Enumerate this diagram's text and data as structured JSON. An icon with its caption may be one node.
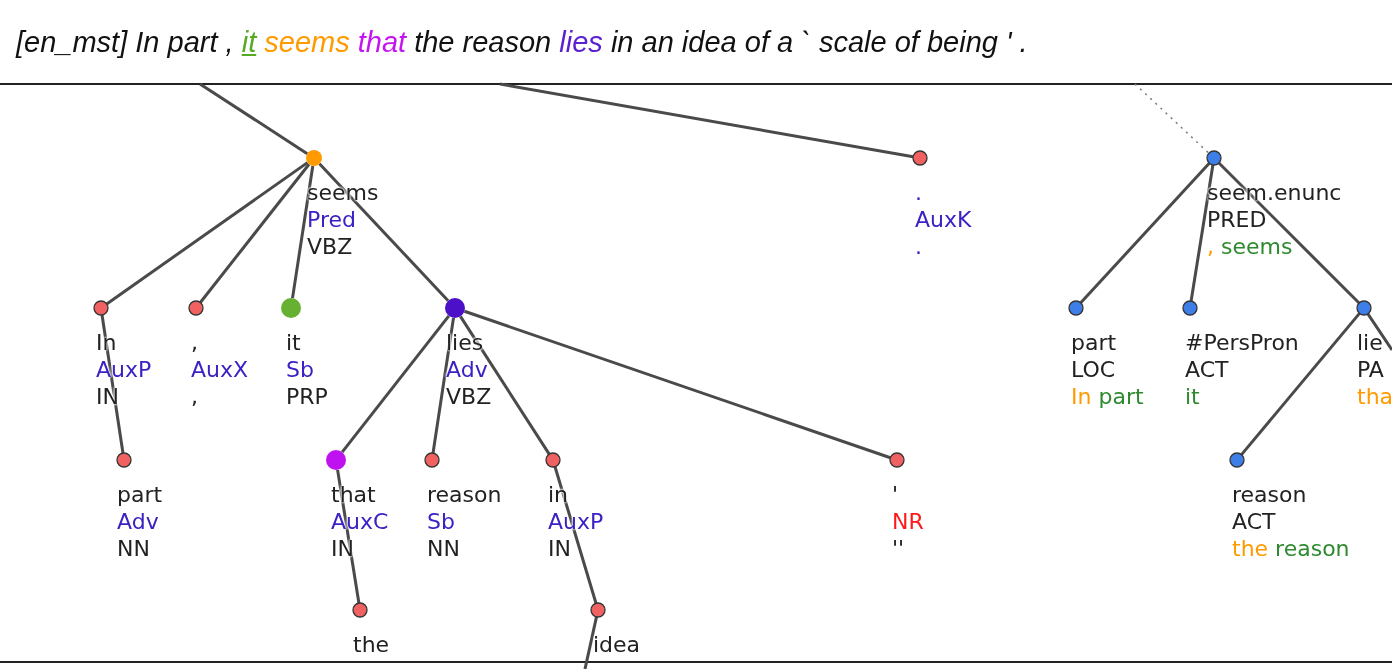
{
  "diagram": {
    "title": "[en_mst] In part , it seems that the reason lies in an idea of a ` scale of being ' .",
    "nodes": [
      {
        "text": [
          "seems",
          "Pred",
          "VBZ"
        ]
      },
      {
        "text": [
          ".",
          "AuxK",
          "."
        ]
      },
      {
        "text": [
          "seem.enunc",
          "PRED",
          ", seems"
        ]
      },
      {
        "text": [
          "In",
          "AuxP",
          "IN"
        ]
      },
      {
        "text": [
          ",",
          "AuxX",
          ","
        ]
      },
      {
        "text": [
          "it",
          "Sb",
          "PRP"
        ]
      },
      {
        "text": [
          "lies",
          "Adv",
          "VBZ"
        ]
      },
      {
        "text": [
          "part",
          "LOC",
          "In part"
        ]
      },
      {
        "text": [
          "#PersPron",
          "ACT",
          "it"
        ]
      },
      {
        "text": [
          "lie",
          "PA",
          "tha"
        ]
      },
      {
        "text": [
          "part",
          "Adv",
          "NN"
        ]
      },
      {
        "text": [
          "that",
          "AuxC",
          "IN"
        ]
      },
      {
        "text": [
          "reason",
          "Sb",
          "NN"
        ]
      },
      {
        "text": [
          "in",
          "AuxP",
          "IN"
        ]
      },
      {
        "text": [
          "'",
          "NR",
          "''"
        ]
      },
      {
        "text": [
          "reason",
          "ACT",
          "the reason"
        ]
      },
      {
        "text": [
          "the"
        ]
      },
      {
        "text": [
          "idea"
        ]
      }
    ],
    "edges": [
      {
        "from": null,
        "to": 0,
        "arrow": "none"
      },
      {
        "from": null,
        "to": 1,
        "arrow": "none"
      },
      {
        "from": null,
        "to": 2,
        "arrow": "none",
        "style": "dashed"
      },
      {
        "from": 0,
        "to": 3,
        "arrow": "none"
      },
      {
        "from": 0,
        "to": 4,
        "arrow": "none"
      },
      {
        "from": 0,
        "to": 5,
        "arrow": "none"
      },
      {
        "from": 0,
        "to": 6,
        "arrow": "none"
      },
      {
        "from": 2,
        "to": 7,
        "arrow": "none"
      },
      {
        "from": 2,
        "to": 8,
        "arrow": "none"
      },
      {
        "from": 2,
        "to": 9,
        "arrow": "none"
      },
      {
        "from": 3,
        "to": 10,
        "arrow": "none"
      },
      {
        "from": 6,
        "to": 11,
        "arrow": "none"
      },
      {
        "from": 6,
        "to": 12,
        "arrow": "none"
      },
      {
        "from": 6,
        "to": 13,
        "arrow": "none"
      },
      {
        "from": 6,
        "to": 14,
        "arrow": "none"
      },
      {
        "from": 9,
        "to": 15,
        "arrow": "none"
      },
      {
        "from": 9,
        "to": null,
        "arrow": "none"
      },
      {
        "from": 11,
        "to": 16,
        "arrow": "none"
      },
      {
        "from": 13,
        "to": 17,
        "arrow": "none"
      },
      {
        "from": 17,
        "to": null,
        "arrow": "none"
      }
    ]
  }
}
